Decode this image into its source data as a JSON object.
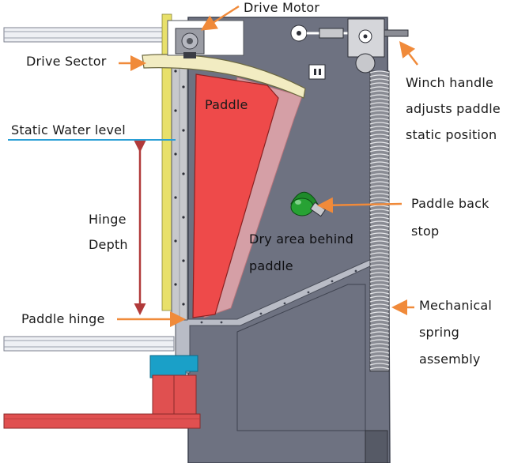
{
  "colors": {
    "plate": "#6e7281",
    "plate_edge": "#3f4350",
    "paddle": "#ee4a4a",
    "paddle_ghost": "#e7a7ad",
    "sector": "#f2ecc2",
    "water_line": "#2a9fd6",
    "depth_arrow": "#b13a3a",
    "callout_arrow": "#f08a3a",
    "stop_green": "#1f8a2a",
    "frame_beam": "#9aa0ad",
    "wall_yellow": "#e8e06a",
    "wall_grey": "#c7c8cc",
    "base_red": "#e05050",
    "channel_blue": "#1aa0c8"
  },
  "labels": {
    "drive_motor": "Drive Motor",
    "drive_sector": "Drive Sector",
    "paddle": "Paddle",
    "static_water_level": "Static Water level",
    "hinge_depth_line1": "Hinge",
    "hinge_depth_line2": "Depth",
    "dry_area_line1": "Dry area behind",
    "dry_area_line2": "paddle",
    "paddle_hinge": "Paddle hinge",
    "winch_line1": "Winch handle",
    "winch_line2": "adjusts paddle",
    "winch_line3": "static position",
    "back_stop_line1": "Paddle back",
    "back_stop_line2": "stop",
    "spring_line1": "Mechanical",
    "spring_line2": "spring",
    "spring_line3": "assembly"
  },
  "icons": {
    "motor": "drive-motor-icon",
    "back_stop": "paddle-back-stop-icon",
    "winch": "winch-icon"
  }
}
